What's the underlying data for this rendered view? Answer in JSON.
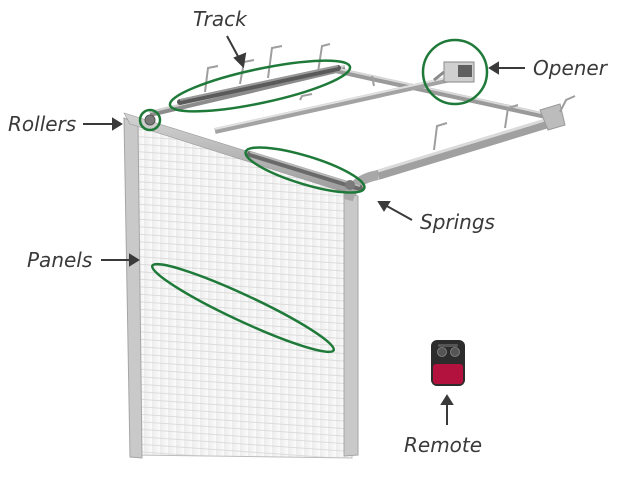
{
  "labels": {
    "track": "Track",
    "opener": "Opener",
    "rollers": "Rollers",
    "springs": "Springs",
    "panels": "Panels",
    "remote": "Remote"
  },
  "colors": {
    "highlight": "#1f7a3a",
    "label": "#3a3a3a",
    "frame": "#b9b9b9",
    "panel": "#f4f4f4",
    "remote_accent": "#b3123e"
  }
}
